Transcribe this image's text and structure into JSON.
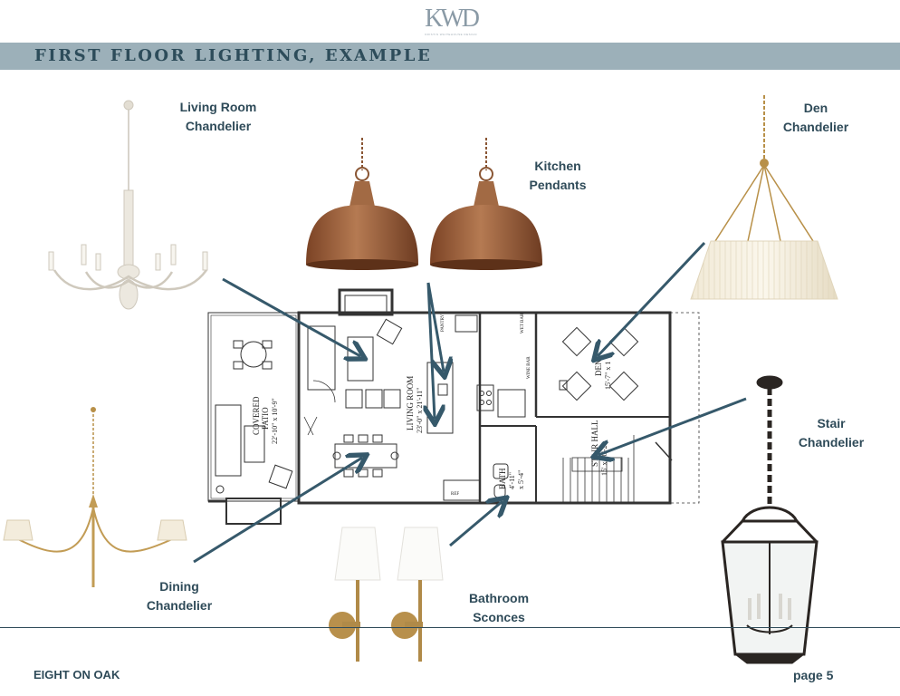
{
  "logo": {
    "mark": "KWD",
    "subtitle": "KRISTIN WHITEHOUSE DESIGN"
  },
  "header": {
    "title": "FIRST FLOOR LIGHTING, EXAMPLE"
  },
  "labels": {
    "living_room": [
      "Living Room",
      "Chandelier"
    ],
    "kitchen": [
      "Kitchen",
      "Pendants"
    ],
    "den": [
      "Den",
      "Chandelier"
    ],
    "stair": [
      "Stair",
      "Chandelier"
    ],
    "dining": [
      "Dining",
      "Chandelier"
    ],
    "bathroom": [
      "Bathroom",
      "Sconces"
    ]
  },
  "plan": {
    "patio": [
      "COVERED",
      "PATIO",
      "22'-10\" x 10'-9\""
    ],
    "living": [
      "LIVING ROOM",
      "23'-0\" x 21'-11\""
    ],
    "den": [
      "DEN",
      "15'-7\" x 1"
    ],
    "stair_hall": [
      "STAIR HALL",
      "15' x 10'-2\""
    ],
    "bath": [
      "BATH",
      "4'-11\"",
      "x 5'-4\""
    ],
    "pantry": "PANTRY",
    "wine": "WINE BAR",
    "wet": "WET BAR",
    "ref": "REF"
  },
  "footer": {
    "project": "EIGHT ON OAK",
    "page_label": "page",
    "page_number": "5"
  },
  "colors": {
    "banner": "#9cb0b9",
    "text": "#2f4b59",
    "arrow": "#36596b",
    "copper": "#9a5a3a",
    "brass": "#b89048",
    "iron": "#2a2522"
  }
}
